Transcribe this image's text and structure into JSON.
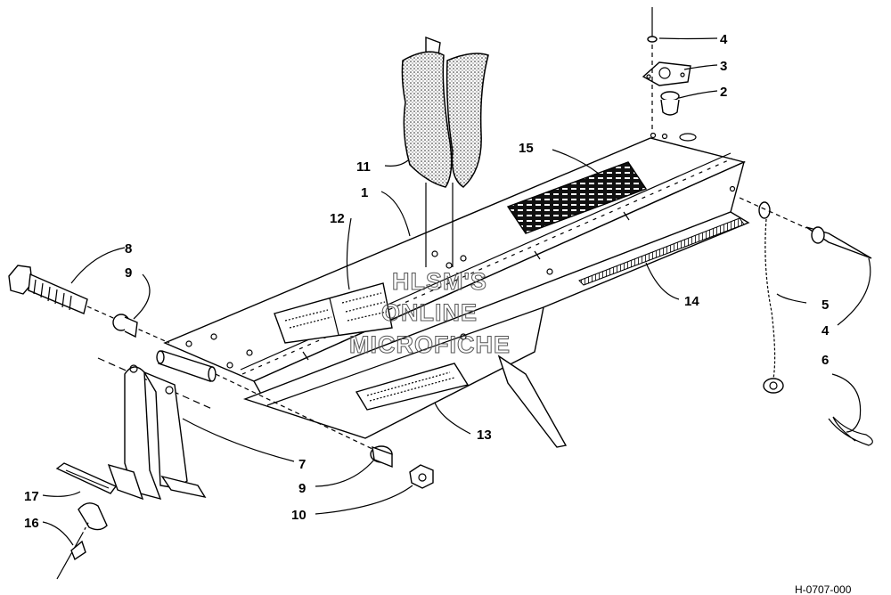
{
  "callouts": {
    "c1": "1",
    "c2": "2",
    "c3": "3",
    "c4a": "4",
    "c4b": "4",
    "c5": "5",
    "c6": "6",
    "c7": "7",
    "c8": "8",
    "c9a": "9",
    "c9b": "9",
    "c10": "10",
    "c11": "11",
    "c12": "12",
    "c13": "13",
    "c14": "14",
    "c15": "15",
    "c16": "16",
    "c17": "17"
  },
  "watermark": {
    "line1": "HLSM'S",
    "line2": "ONLINE",
    "line3": "MICROFICHE"
  },
  "reference": "H-0707-000"
}
